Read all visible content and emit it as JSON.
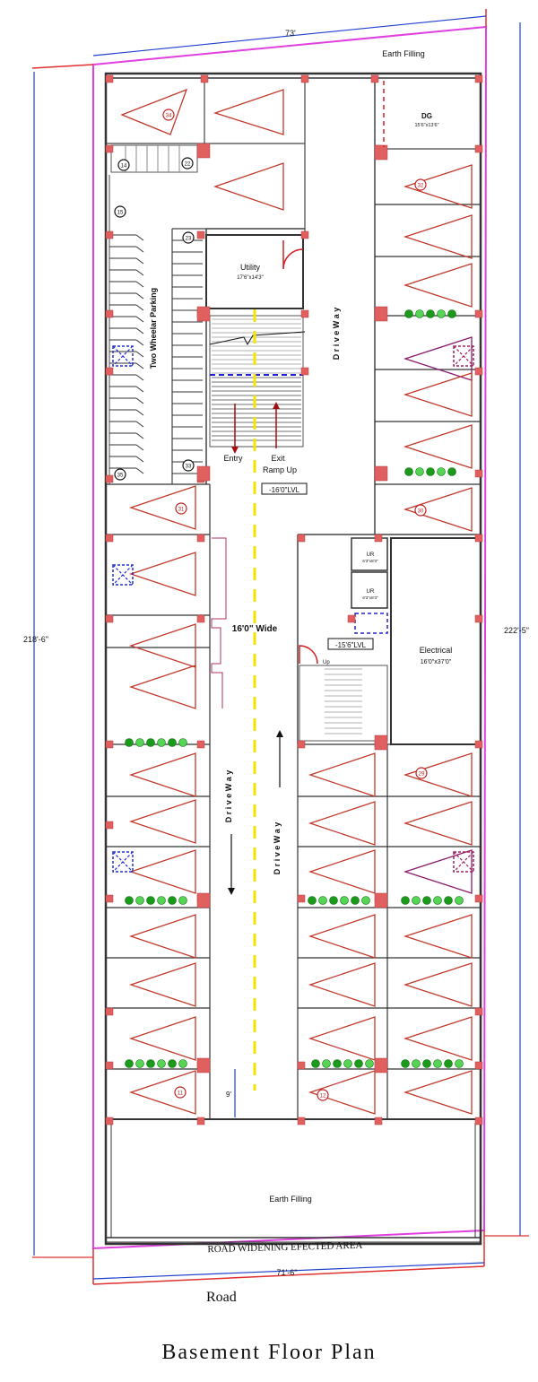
{
  "plan": {
    "title": "Basement Floor Plan",
    "road": "Road",
    "earth_filling_top": "Earth Filling",
    "earth_filling_bottom": "Earth Filling",
    "road_widening": "ROAD WIDENING EFECTED AREA",
    "dims": {
      "top": "73'",
      "bottom": "71'-6\"",
      "left": "218'-6\"",
      "right": "222'-5\"",
      "bay_gap": "9'"
    },
    "rooms": {
      "dg": {
        "name": "DG",
        "size": "15'6\"x13'6\""
      },
      "utility": {
        "name": "Utility",
        "size": "17'6\"x14'3\""
      },
      "ur1": {
        "name": "UR",
        "size": "6'3\"x8'3\""
      },
      "ur2": {
        "name": "UR",
        "size": "6'3\"x8'3\""
      },
      "electrical": {
        "name": "Electrical",
        "size": "16'0\"x37'0\""
      }
    },
    "labels": {
      "two_wheeler": "Two Wheelar Parking",
      "drive_way": "D r i v e   W a y",
      "entry": "Entry",
      "exit": "Exit",
      "ramp_up": "Ramp Up",
      "level_1": "-16'0\"LVL",
      "level_2": "-15'6\"LVL",
      "wide": "16'0\"  Wide",
      "up": "Up"
    },
    "slot_numbers": {
      "n34": "34",
      "n32": "32",
      "n31": "31",
      "n30": "30",
      "n29": "29",
      "n22": "22",
      "n23": "23",
      "n33": "33",
      "n14": "14",
      "n15": "15",
      "n35": "35",
      "n11": "11",
      "n12": "12"
    }
  },
  "colors": {
    "wall": "#333333",
    "slot": "#c0392b",
    "boundary": "#e040e0",
    "dimension": "#1f3fcf",
    "column": "#e06060",
    "dashed_center": "#f2e600",
    "plant": "#22aa22"
  }
}
